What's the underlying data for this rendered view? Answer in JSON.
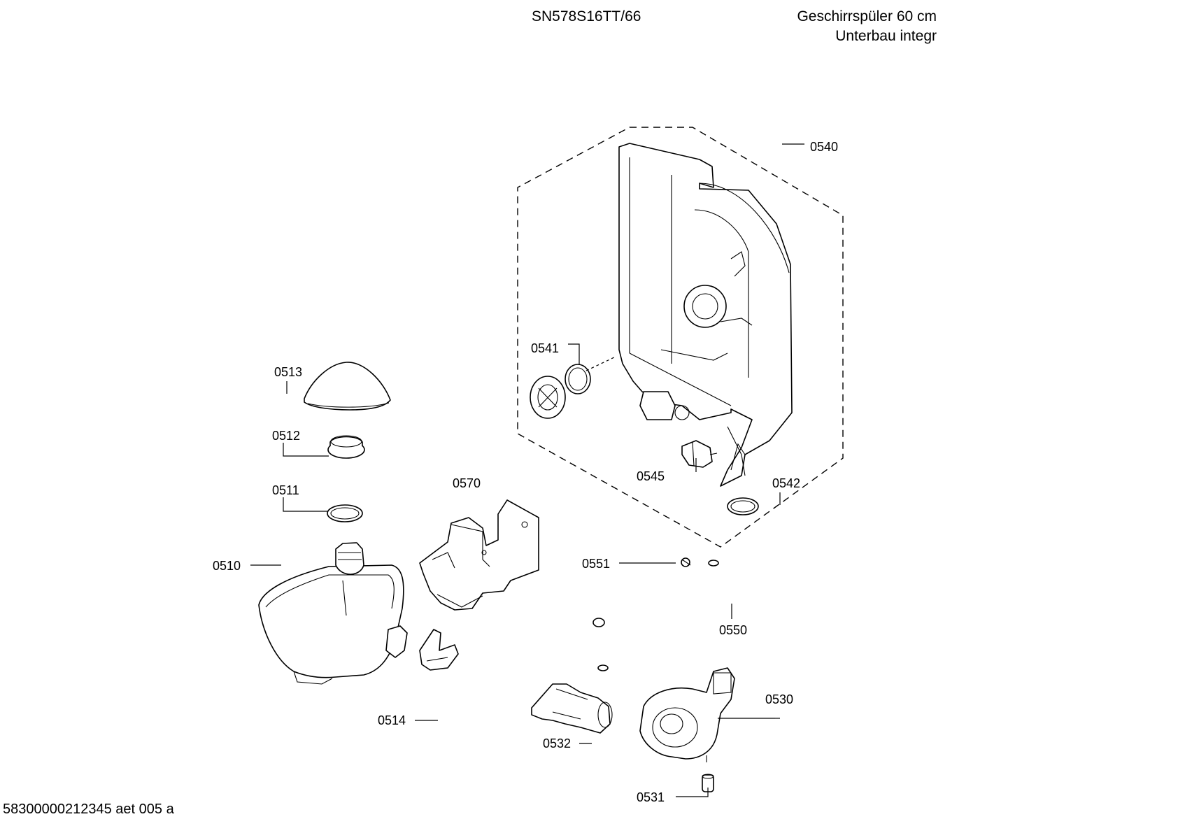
{
  "header": {
    "model": "SN578S16TT/66",
    "title_line1": "Geschirrspüler 60 cm",
    "title_line2": "Unterbau integr"
  },
  "footer": {
    "document_ref": "58300000212345 aet 005 a"
  },
  "callouts": [
    {
      "id": "0540",
      "label": "0540"
    },
    {
      "id": "0541",
      "label": "0541"
    },
    {
      "id": "0513",
      "label": "0513"
    },
    {
      "id": "0512",
      "label": "0512"
    },
    {
      "id": "0511",
      "label": "0511"
    },
    {
      "id": "0570",
      "label": "0570"
    },
    {
      "id": "0545",
      "label": "0545"
    },
    {
      "id": "0542",
      "label": "0542"
    },
    {
      "id": "0510",
      "label": "0510"
    },
    {
      "id": "0551",
      "label": "0551"
    },
    {
      "id": "0550",
      "label": "0550"
    },
    {
      "id": "0530",
      "label": "0530"
    },
    {
      "id": "0514",
      "label": "0514"
    },
    {
      "id": "0532",
      "label": "0532"
    },
    {
      "id": "0531",
      "label": "0531"
    }
  ]
}
